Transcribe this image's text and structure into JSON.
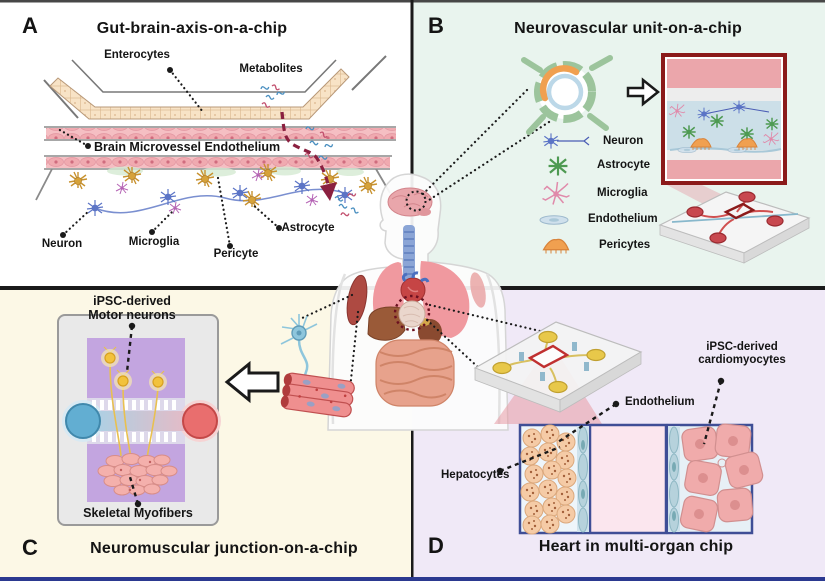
{
  "panels": {
    "a": {
      "letter": "A",
      "title": "Gut-brain-axis-on-a-chip",
      "labels": {
        "enterocytes": "Enterocytes",
        "metabolites": "Metabolites",
        "brain_microvessel_endothelium": "Brain Microvessel Endothelium",
        "neuron": "Neuron",
        "microglia": "Microglia",
        "pericyte": "Pericyte",
        "astrocyte": "Astrocyte"
      }
    },
    "b": {
      "letter": "B",
      "title": "Neurovascular unit-on-a-chip",
      "legend": [
        {
          "icon": "neuron-icon",
          "label": "Neuron"
        },
        {
          "icon": "astrocyte-icon",
          "label": "Astrocyte"
        },
        {
          "icon": "microglia-icon",
          "label": "Microglia"
        },
        {
          "icon": "endothelium-icon",
          "label": "Endothelium"
        },
        {
          "icon": "pericytes-icon",
          "label": "Pericytes"
        }
      ]
    },
    "c": {
      "letter": "C",
      "title": "Neuromuscular junction-on-a-chip",
      "labels": {
        "motor_neurons_line1": "iPSC-derived",
        "motor_neurons_line2": "Motor neurons",
        "skeletal_myofibers": "Skeletal Myofibers"
      }
    },
    "d": {
      "letter": "D",
      "title": "Heart in multi-organ chip",
      "labels": {
        "cardiomyocytes_line1": "iPSC-derived",
        "cardiomyocytes_line2": "cardiomyocytes",
        "endothelium": "Endothelium",
        "hepatocytes": "Hepatocytes"
      }
    }
  },
  "colors": {
    "panel_a_bg": "#ffffff",
    "panel_b_bg": "#e9f4ee",
    "panel_c_bg": "#fcf8e6",
    "panel_d_bg": "#f0e9f7",
    "divider": "#1a1a1a",
    "bottom_bar": "#2b3990",
    "inset_border": "#8b1a1a",
    "dashed_arrow_red": "#8b2040"
  }
}
